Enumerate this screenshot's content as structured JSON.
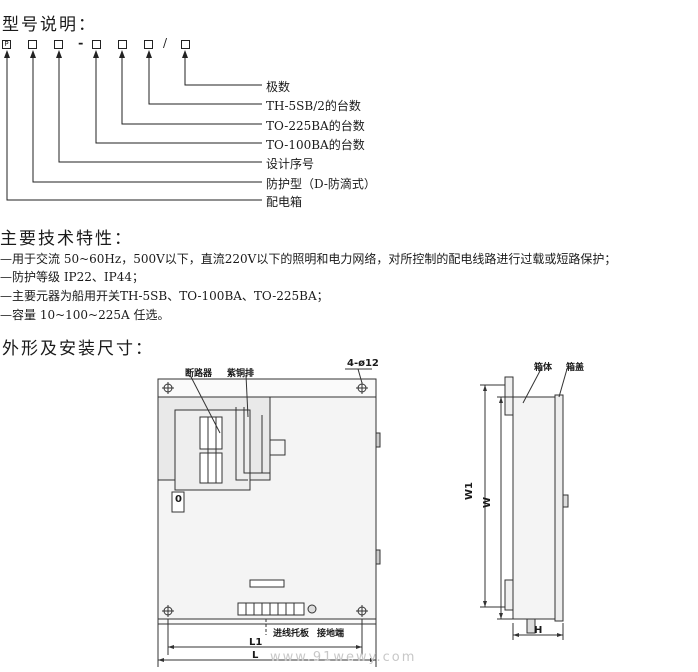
{
  "model_section": {
    "heading": "型号说明：",
    "code_prefix": "P",
    "code_dash": "-",
    "code_slash": "/",
    "legend": [
      "极数",
      "TH-5SB/2的台数",
      "TO-225BA的台数",
      "TO-100BA的台数",
      "设计序号",
      "防护型（D-防滴式）",
      "配电箱"
    ]
  },
  "tech_section": {
    "heading": "主要技术特性：",
    "items": [
      "—用于交流 50~60Hz，500V以下，直流220V以下的照明和电力网络，对所控制的配电线路进行过载或短路保护；",
      "—防护等级 IP22、IP44；",
      "—主要元器为船用开关TH-5SB、TO-100BA、TO-225BA；",
      "—容量 10~100~225A 任选。"
    ]
  },
  "dims_section": {
    "heading": "外形及安装尺寸：",
    "front_labels": {
      "breaker": "断路器",
      "busbar": "紫铜排",
      "holes": "4-ø12",
      "zero": "0",
      "cable_tray": "进线托板",
      "ground": "接地端",
      "l1": "L1",
      "l": "L"
    },
    "side_labels": {
      "body": "箱体",
      "cover": "箱盖",
      "w1": "W1",
      "w": "W",
      "h": "H"
    }
  },
  "watermark": "www.91wewy.com"
}
